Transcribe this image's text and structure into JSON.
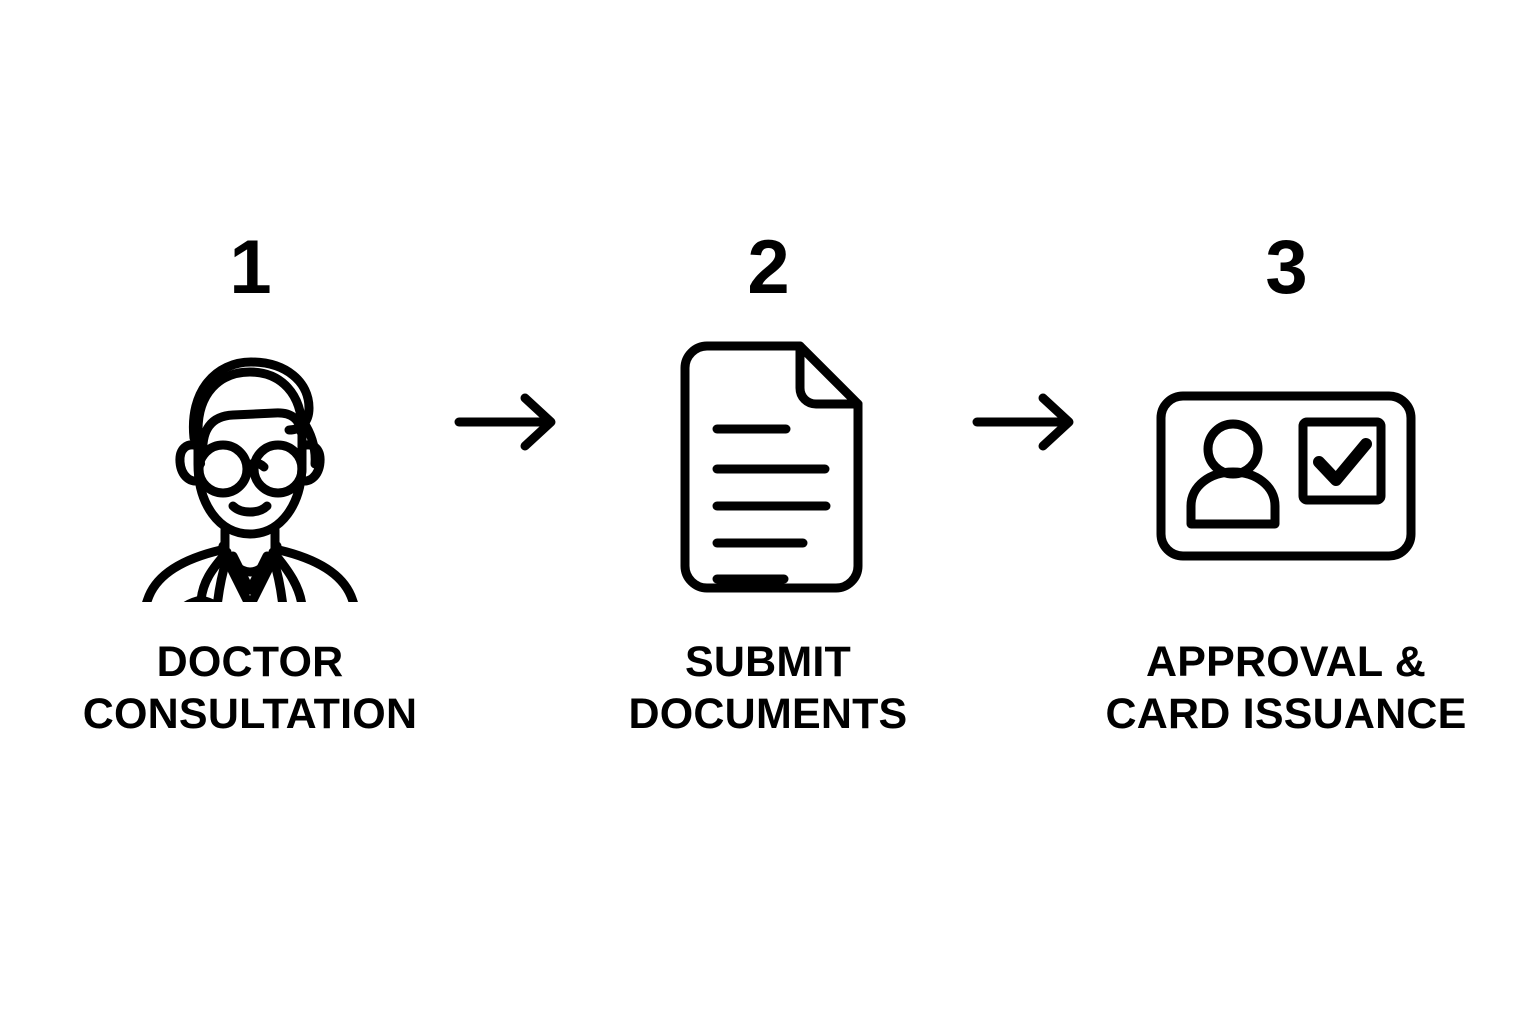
{
  "page": {
    "title": "Process Steps Diagram",
    "background_color": "#FFFFFF",
    "stroke_color": "#000000",
    "text_color": "#000000"
  },
  "steps": [
    {
      "number": "1",
      "label": "DOCTOR\nCONSULTATION",
      "label_line1": "DOCTOR",
      "label_line2": "CONSULTATION",
      "icon": "doctor-icon"
    },
    {
      "number": "2",
      "label": "SUBMIT\nDOCUMENTS",
      "label_line1": "SUBMIT",
      "label_line2": "DOCUMENTS",
      "icon": "document-icon"
    },
    {
      "number": "3",
      "label": "APPROVAL &\nCARD ISSUANCE",
      "label_line1": "APPROVAL &",
      "label_line2": "CARD ISSUANCE",
      "icon": "id-card-icon"
    }
  ],
  "connectors": [
    {
      "icon": "arrow-right-icon",
      "direction": "right"
    },
    {
      "icon": "arrow-right-icon",
      "direction": "right"
    }
  ]
}
